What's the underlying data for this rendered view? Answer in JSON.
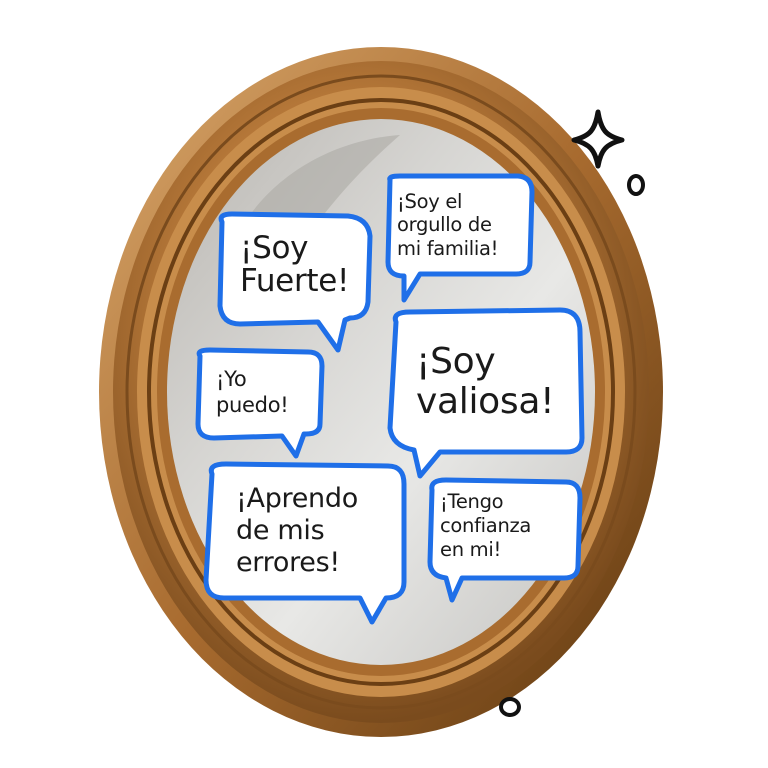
{
  "bubbles": {
    "fuerte": "¡Soy\nFuerte!",
    "orgullo": "¡Soy el\norgullo de\nmi familia!",
    "yo_puedo": "¡Yo\npuedo!",
    "valiosa": "¡Soy\nvaliosa!",
    "aprendo": "¡Aprendo\nde mis\nerrores!",
    "tengo": "¡Tengo\nconfianza\nen mi!"
  },
  "colors": {
    "bubble_stroke": "#1f6fe8",
    "frame_gold": "#b97a3a",
    "frame_dark": "#6e4418",
    "mirror": "#c9c9c7",
    "doodle": "#111111"
  },
  "icons": {
    "sparkle": "four-point-star-icon",
    "dots": "small-circle-icon"
  }
}
